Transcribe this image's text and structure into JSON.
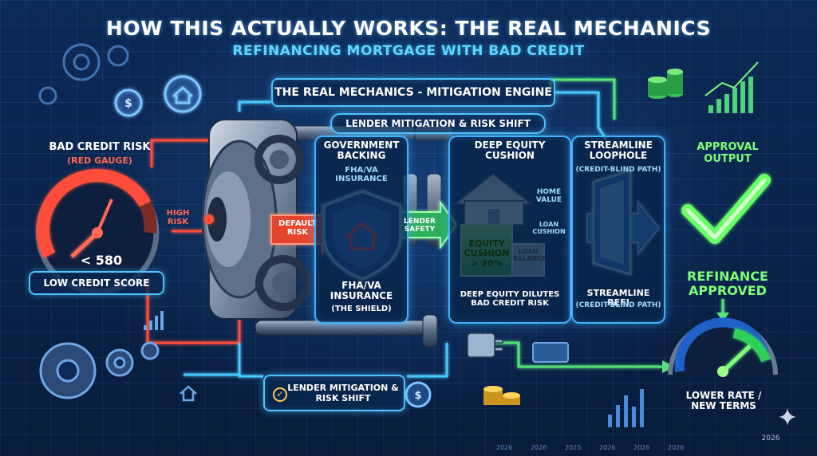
{
  "header": {
    "title": "HOW THIS ACTUALLY WORKS: THE REAL MECHANICS",
    "subtitle": "REFINANCING MORTGAGE WITH BAD CREDIT"
  },
  "engine_banner": "THE REAL MECHANICS - MITIGATION ENGINE",
  "mitigation_pipe_label": "LENDER MITIGATION & RISK SHIFT",
  "bad_credit": {
    "title": "BAD CREDIT RISK",
    "subtitle": "(RED GAUGE)",
    "gauge_value": "< 580",
    "score_label": "LOW CREDIT SCORE",
    "high_risk": "HIGH RISK"
  },
  "default_risk": "DEFAULT RISK",
  "government": {
    "title": "GOVERNMENT BACKING",
    "subtitle": "FHA/VA INSURANCE",
    "shield_label": "FHA/VA INSURANCE",
    "shield_sub": "(THE SHIELD)"
  },
  "lender_safety": "LENDER SAFETY",
  "equity": {
    "title": "DEEP EQUITY CUSHION",
    "home_value": "HOME VALUE",
    "loan_cushion": "LOAN CUSHION",
    "cushion_label": "EQUITY CUSHION > 20%",
    "loan_balance": "LOAN BALANCE",
    "footer": "DEEP EQUITY DILUTES BAD CREDIT RISK"
  },
  "streamline": {
    "title": "STREAMLINE LOOPHOLE",
    "subtitle": "(CREDIT-BLIND PATH)",
    "footer_title": "STREAMLINE REFI",
    "footer_sub": "(CREDIT-BLIND PATH)"
  },
  "approval": {
    "title": "APPROVAL OUTPUT",
    "status": "REFINANCE APPROVED",
    "result": "LOWER RATE / NEW TERMS"
  },
  "bottom_badge": "LENDER MITIGATION & RISK SHIFT",
  "corner_year": "2026",
  "axis_years": [
    "2026",
    "2026",
    "2025",
    "2026",
    "2026",
    "2026"
  ],
  "colors": {
    "blue_glow": "#3fb3ff",
    "red_risk": "#ff4d3a",
    "green_ok": "#55e37a"
  },
  "icons": {
    "gear": "gear-icon",
    "house": "house-icon",
    "shield": "shield-icon",
    "checkmark": "checkmark-icon",
    "dollar": "dollar-icon",
    "coins": "coins-icon",
    "sparkle": "sparkle-icon"
  }
}
